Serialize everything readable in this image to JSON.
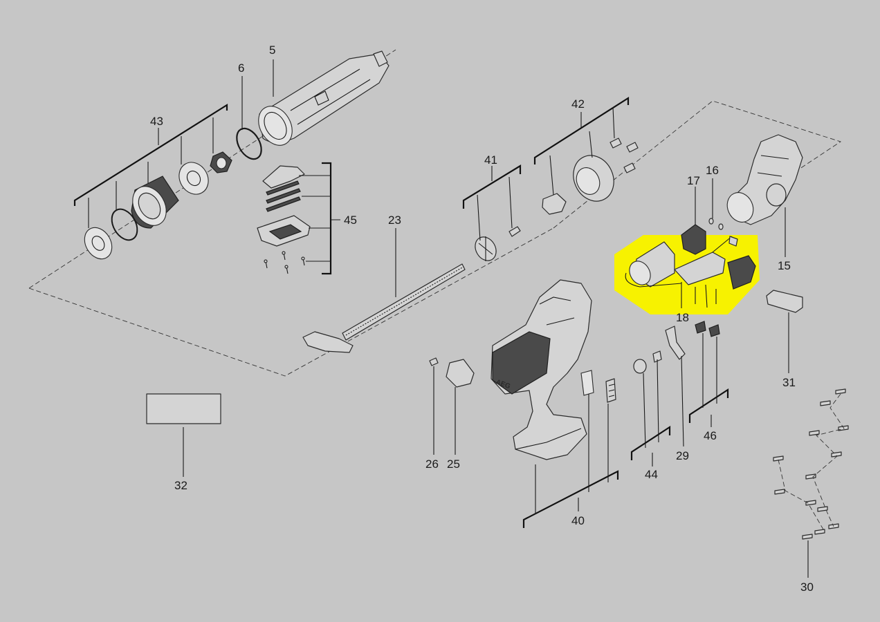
{
  "diagram": {
    "brand_text": "AEG",
    "highlight_color": "#f7f200",
    "background_color": "#c6c6c6",
    "labels": {
      "p5": "5",
      "p6": "6",
      "p15": "15",
      "p16": "16",
      "p17": "17",
      "p18": "18",
      "p23": "23",
      "p25": "25",
      "p26": "26",
      "p29": "29",
      "p30": "30",
      "p31": "31",
      "p32": "32",
      "p40": "40",
      "p41": "41",
      "p42": "42",
      "p43": "43",
      "p44": "44",
      "p45": "45",
      "p46": "46"
    }
  }
}
